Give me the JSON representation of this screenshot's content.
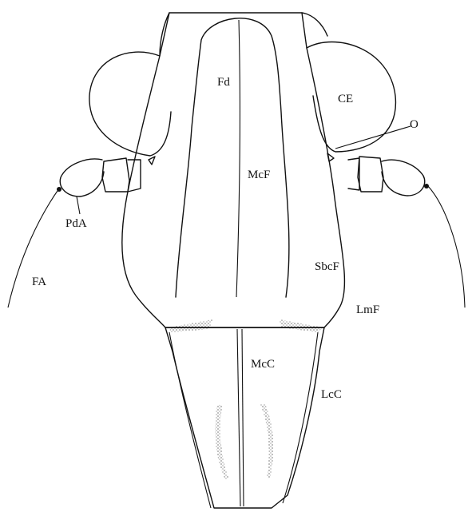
{
  "diagram": {
    "labels": {
      "fd": "Fd",
      "ce": "CE",
      "o": "O",
      "mcf": "McF",
      "pda": "PdA",
      "fa": "FA",
      "sbcf": "SbcF",
      "lmf": "LmF",
      "mcc": "McC",
      "lcc": "LcC"
    }
  }
}
